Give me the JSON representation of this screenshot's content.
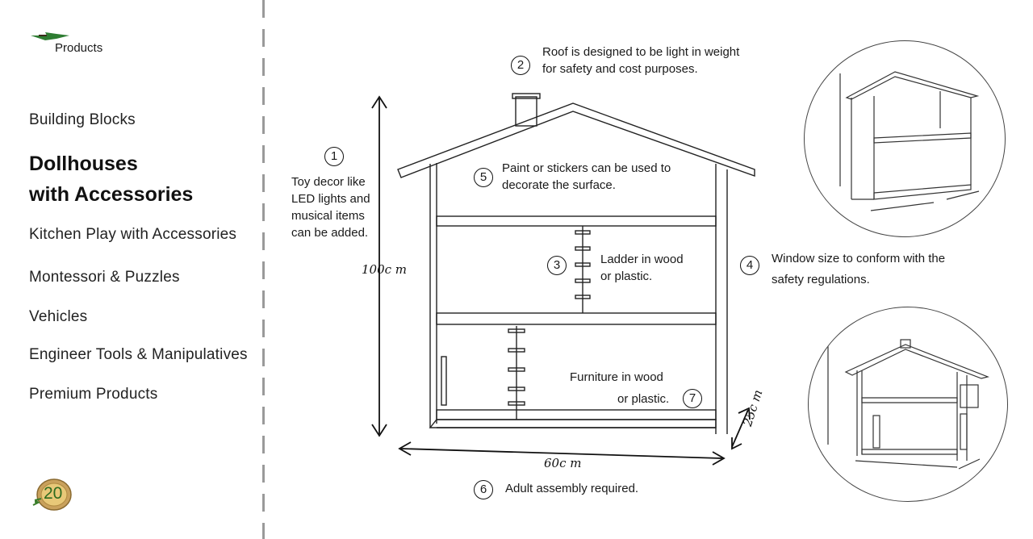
{
  "brand": {
    "section_label": "Products",
    "badge_number": "20"
  },
  "nav": {
    "items": [
      "Building Blocks",
      "Dollhouses",
      "with Accessories",
      "Kitchen Play with Accessories",
      "Montessori & Puzzles",
      "Vehicles",
      "Engineer Tools & Manipulatives",
      "Premium Products"
    ]
  },
  "annotations": {
    "n1": {
      "num": "1",
      "text": [
        "Toy decor like",
        "LED lights and",
        "musical items",
        "can be added."
      ]
    },
    "n2": {
      "num": "2",
      "text": [
        "Roof is designed to be light in weight",
        "for safety and cost purposes."
      ]
    },
    "n3": {
      "num": "3",
      "text": [
        "Ladder in wood",
        "or plastic."
      ]
    },
    "n4": {
      "num": "4",
      "text": [
        "Window size to conform with the",
        "safety regulations."
      ]
    },
    "n5": {
      "num": "5",
      "text": [
        "Paint or stickers can be used to",
        "decorate the surface."
      ]
    },
    "n6": {
      "num": "6",
      "text": [
        "Adult assembly required."
      ]
    },
    "n7": {
      "num": "7",
      "text": [
        "Furniture in wood",
        "or plastic."
      ]
    }
  },
  "dimensions": {
    "height": "100c m",
    "width": "60c m",
    "depth": "25c m"
  }
}
